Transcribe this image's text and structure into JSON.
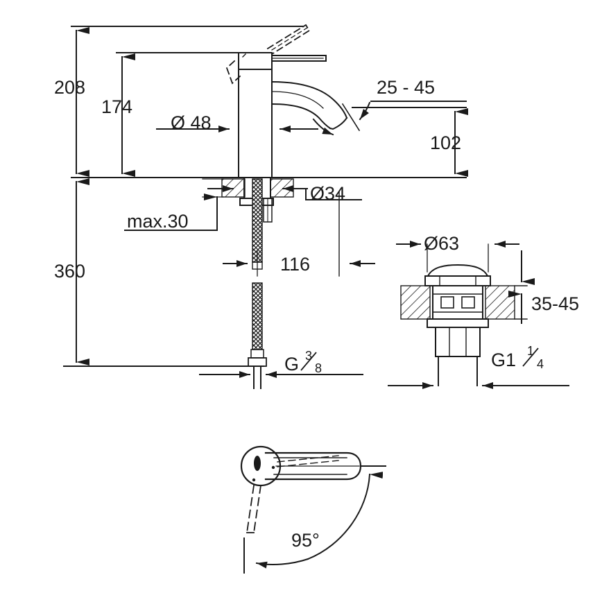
{
  "drawing": {
    "title": "Single-lever basin mixer dimensional drawing",
    "units": "mm",
    "line_color": "#1a1a1a",
    "background_color": "#ffffff",
    "views": [
      {
        "name": "front-elevation",
        "description": "Faucet front elevation with deck mounting, flexible hoses and threaded tails"
      },
      {
        "name": "drain-detail",
        "description": "Push-open pop-up drain / waste detail through basin deck"
      },
      {
        "name": "top-view",
        "description": "Plan view of lever handle showing swivel range"
      }
    ]
  },
  "dimensions": {
    "overall_height": "208",
    "spout_height_top": "174",
    "body_diameter": "Ø 48",
    "spout_reach_aerator": "25 - 45",
    "spout_projection": "102",
    "mounting_hole_diameter": "Ø34",
    "deck_thickness_max": "max.30",
    "hose_free_length": "116",
    "below_deck_length": "360",
    "supply_thread": "G",
    "supply_thread_num": "3",
    "supply_thread_den": "8",
    "drain_cap_diameter": "Ø63",
    "drain_deck_thickness": "35-45",
    "drain_thread": "G1",
    "drain_thread_num": "1",
    "drain_thread_den": "4",
    "handle_swivel_angle": "95°"
  },
  "labels": {
    "h208": "208",
    "h174": "174",
    "d48": "Ø 48",
    "r2545": "25 - 45",
    "h102": "102",
    "d34": "Ø34",
    "max30": "max.30",
    "l116": "116",
    "h360": "360",
    "g38_main": "G",
    "g38_num": "3",
    "g38_den": "8",
    "d63": "Ø63",
    "t3545": "35-45",
    "g114_main": "G1",
    "g114_num": "1",
    "g114_den": "4",
    "angle95": "95°"
  }
}
